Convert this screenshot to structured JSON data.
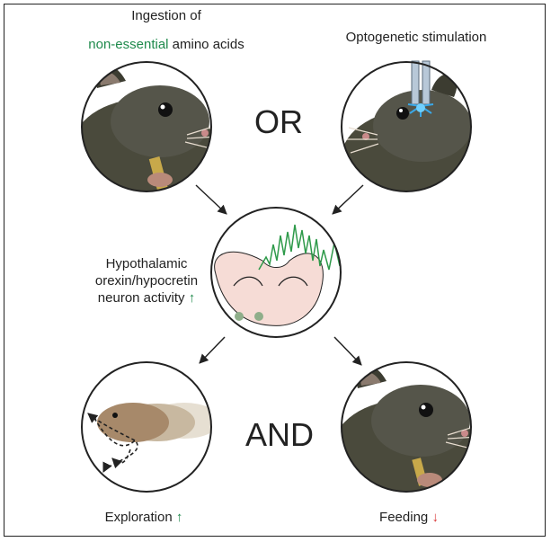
{
  "labels": {
    "ingestion_line1": "Ingestion of",
    "ingestion_line2": "non-essential",
    "ingestion_line2_rest": " amino acids",
    "optogenetic": "Optogenetic stimulation",
    "or_word": "OR",
    "and_word": "AND",
    "hypo_line1": "Hypothalamic",
    "hypo_line2": "orexin/hypocretin",
    "hypo_line3": "neuron activity",
    "hypo_arrow": "↑",
    "exploration": "Exploration",
    "exploration_arrow": "↑",
    "feeding": "Feeding",
    "feeding_arrow": "↓"
  },
  "colors": {
    "highlight_green": "#1f8a4c",
    "decrease_red": "#d83434",
    "mouse_fur": "#4a4a3c",
    "trace_green": "#2e9a4a"
  },
  "icons": [
    "mouse-head-icon",
    "optic-fiber-icon",
    "brain-slice-icon",
    "running-mice-icon"
  ]
}
